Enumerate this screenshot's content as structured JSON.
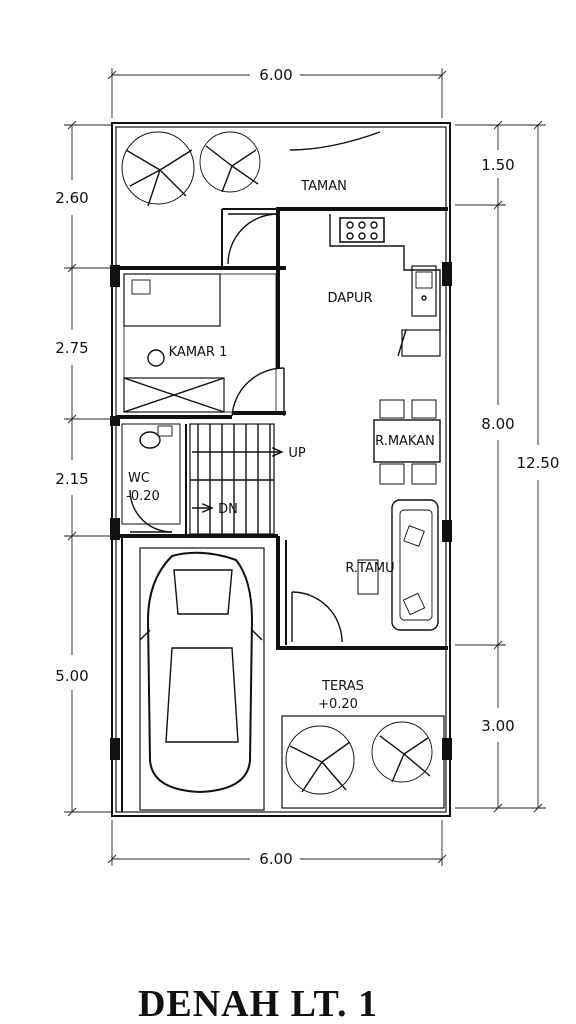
{
  "title": "DENAH LT. 1",
  "dimensions": {
    "top_width": "6.00",
    "bottom_width": "6.00",
    "left_taman": "2.60",
    "left_kamar": "2.75",
    "left_wc": "2.15",
    "left_garage": "5.00",
    "right_taman": "1.50",
    "right_middle": "8.00",
    "right_teras": "3.00",
    "right_total": "12.50"
  },
  "rooms": {
    "taman": "TAMAN",
    "dapur": "DAPUR",
    "kamar": "KAMAR 1",
    "r_makan": "R.MAKAN",
    "up": "UP",
    "wc": "WC",
    "wc_level": "-0.20",
    "dn": "DN",
    "r_tamu": "R.TAMU",
    "teras": "TERAS",
    "teras_level": "+0.20"
  }
}
